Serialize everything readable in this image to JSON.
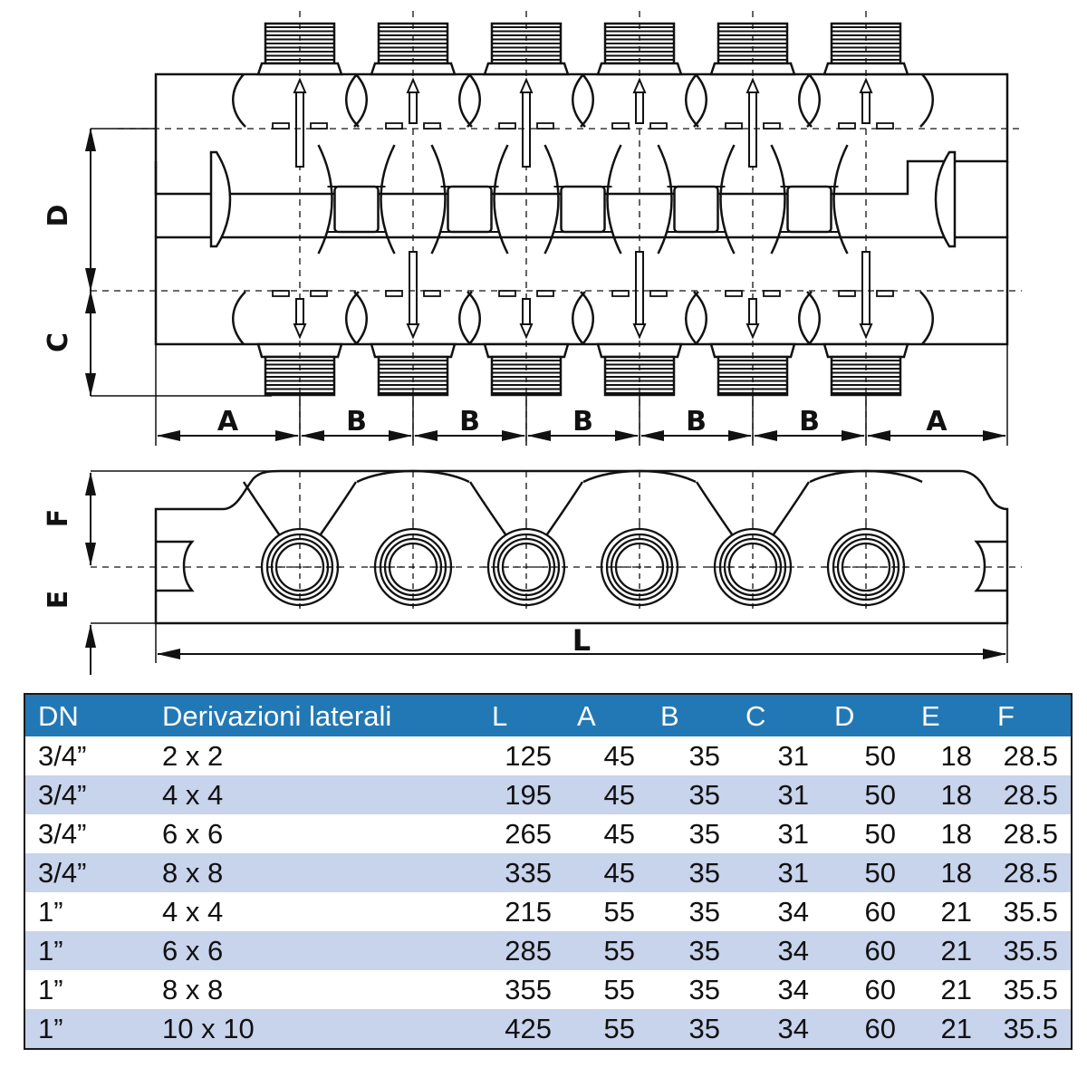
{
  "drawing": {
    "dimension_labels": {
      "d": "D",
      "c": "C",
      "f": "F",
      "e": "E",
      "l": "L",
      "a": "A",
      "b": "B"
    },
    "outlet_count": 6
  },
  "table": {
    "header_bg": "#2278b4",
    "stripe_bg": "#c8d3ec",
    "columns": [
      "DN",
      "Derivazioni laterali",
      "L",
      "A",
      "B",
      "C",
      "D",
      "E",
      "F"
    ],
    "rows": [
      [
        "3/4”",
        "2 x 2",
        "125",
        "45",
        "35",
        "31",
        "50",
        "18",
        "28.5"
      ],
      [
        "3/4”",
        "4 x 4",
        "195",
        "45",
        "35",
        "31",
        "50",
        "18",
        "28.5"
      ],
      [
        "3/4”",
        "6 x 6",
        "265",
        "45",
        "35",
        "31",
        "50",
        "18",
        "28.5"
      ],
      [
        "3/4”",
        "8 x 8",
        "335",
        "45",
        "35",
        "31",
        "50",
        "18",
        "28.5"
      ],
      [
        "1”",
        "4 x 4",
        "215",
        "55",
        "35",
        "34",
        "60",
        "21",
        "35.5"
      ],
      [
        "1”",
        "6 x 6",
        "285",
        "55",
        "35",
        "34",
        "60",
        "21",
        "35.5"
      ],
      [
        "1”",
        "8 x 8",
        "355",
        "55",
        "35",
        "34",
        "60",
        "21",
        "35.5"
      ],
      [
        "1”",
        "10 x 10",
        "425",
        "55",
        "35",
        "34",
        "60",
        "21",
        "35.5"
      ]
    ]
  }
}
